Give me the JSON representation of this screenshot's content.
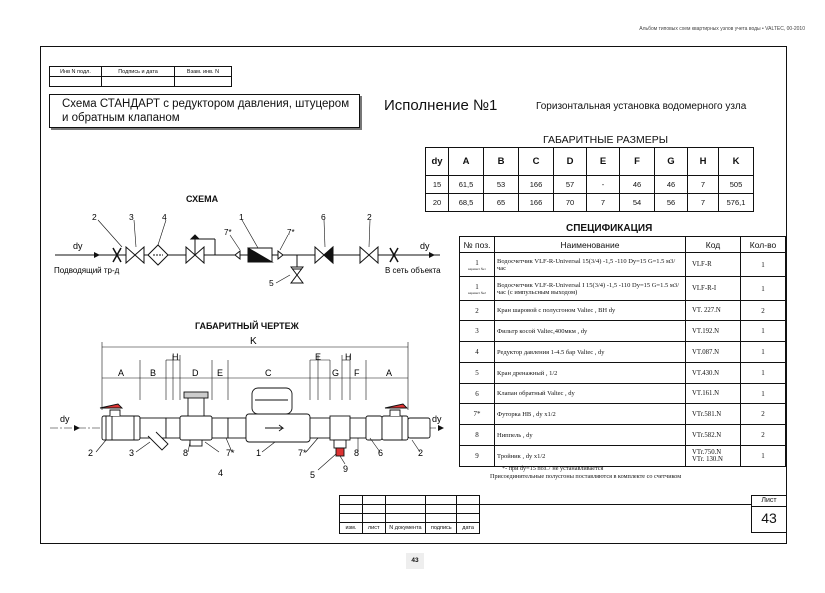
{
  "header_note": "Альбом типовых схем квартирных узлов учета воды • VALTEC, 00-2010",
  "signature_block": {
    "cells": [
      "Инв N подл.",
      "Подпись и дата",
      "Взам. инв. N"
    ]
  },
  "title": {
    "line1": "Схема СТАНДАРТ с редуктором давления, штуцером",
    "line2": "и обратным клапаном"
  },
  "variant": {
    "title": "Исполнение №1",
    "subtitle": "Горизонтальная установка водомерного узла"
  },
  "dims_table": {
    "title": "ГАБАРИТНЫЕ РАЗМЕРЫ",
    "headers": [
      "dy",
      "A",
      "B",
      "C",
      "D",
      "E",
      "F",
      "G",
      "H",
      "K"
    ],
    "rows": [
      [
        "15",
        "61,5",
        "53",
        "166",
        "57",
        "-",
        "46",
        "46",
        "7",
        "505"
      ],
      [
        "20",
        "68,5",
        "65",
        "166",
        "70",
        "7",
        "54",
        "56",
        "7",
        "576,1"
      ]
    ]
  },
  "schema": {
    "title": "СХЕМА",
    "left_label": "Подводящий тр-д",
    "right_label": "В сеть объекта",
    "dy": "dy",
    "callouts": [
      "2",
      "3",
      "4",
      "1",
      "7*",
      "7*",
      "6",
      "2",
      "5"
    ]
  },
  "drawing": {
    "title": "ГАБАРИТНЫЙ ЧЕРТЕЖ",
    "dim_letters": [
      "K",
      "A",
      "B",
      "H",
      "D",
      "E",
      "C",
      "E",
      "G",
      "H",
      "F",
      "A"
    ],
    "dy": "dy",
    "callouts": [
      "2",
      "3",
      "8",
      "4",
      "7*",
      "1",
      "7*",
      "5",
      "8",
      "9",
      "6",
      "2"
    ]
  },
  "spec": {
    "title": "СПЕЦИФИКАЦИЯ",
    "headers": [
      "№ поз.",
      "Наименование",
      "Код",
      "Кол-во"
    ],
    "rows": [
      {
        "num": "1",
        "sub": "вариант №1",
        "name": "Водосчетчик VLF-R-Universal 15(3/4) -1,5 -110 Dy=15 G=1.5 м3/час",
        "code": "VLF-R",
        "qty": "1"
      },
      {
        "num": "1",
        "sub": "вариант №2",
        "name": "Водосчетчик VLF-R-Universal I 15(3/4) -1,5 -110 Dy=15 G=1.5 м3/час (с импульсным выходом)",
        "code": "VLF-R-I",
        "qty": "1"
      },
      {
        "num": "2",
        "sub": "",
        "name": "Кран шаровой с полусгоном Valtec , ВН dy",
        "code": "VT. 227.N",
        "qty": "2"
      },
      {
        "num": "3",
        "sub": "",
        "name": "Фильтр косой Valtec,400мкм , dy",
        "code": "VT.192.N",
        "qty": "1"
      },
      {
        "num": "4",
        "sub": "",
        "name": "Редуктор давления 1-4.5 бар Valtec , dy",
        "code": "VT.087.N",
        "qty": "1"
      },
      {
        "num": "5",
        "sub": "",
        "name": "Кран дренажный , 1/2",
        "code": "VT.430.N",
        "qty": "1"
      },
      {
        "num": "6",
        "sub": "",
        "name": "Клапан обратный Valtec , dy",
        "code": "VT.161.N",
        "qty": "1"
      },
      {
        "num": "7*",
        "sub": "",
        "name": "Футорка НВ , dy x1/2",
        "code": "VTr.581.N",
        "qty": "2"
      },
      {
        "num": "8",
        "sub": "",
        "name": "Ниппель , dy",
        "code": "VTr.582.N",
        "qty": "2"
      },
      {
        "num": "9",
        "sub": "",
        "name": "Тройник , dy x1/2",
        "code": "VTr.750.N\nVTr. 130.N",
        "qty": "1"
      }
    ],
    "note1": "*- при dy=15 поз.7 не устанавливается",
    "note2": "Присоединительные полусгоны поставляются в комплекте со счетчиком"
  },
  "stamp": {
    "labels": [
      "изм.",
      "лист",
      "N документа",
      "подпись",
      "дата"
    ]
  },
  "sheet": {
    "label": "Лист",
    "number": "43"
  },
  "page_number": "43"
}
